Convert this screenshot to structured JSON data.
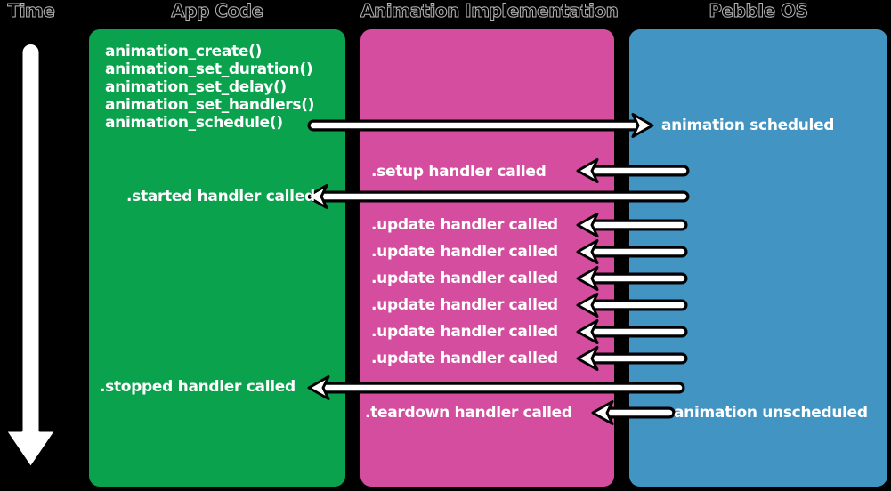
{
  "diagram": {
    "headers": {
      "time": "Time",
      "app_code": "App Code",
      "animation_implementation": "Animation Implementation",
      "pebble_os": "Pebble OS"
    },
    "colors": {
      "background": "#000000",
      "app_code_box": "#0aa24c",
      "animation_implementation_box": "#d54d9e",
      "pebble_os_box": "#4295c3",
      "arrow_fill": "#ffffff",
      "arrow_outline": "#000000",
      "box_text": "#ffffff"
    },
    "app_code": {
      "calls": [
        "animation_create()",
        "animation_set_duration()",
        "animation_set_delay()",
        "animation_set_handlers()",
        "animation_schedule()"
      ],
      "started_label": ".started handler called",
      "stopped_label": ".stopped handler called"
    },
    "animation_implementation": {
      "setup_label": ".setup handler called",
      "update_labels": [
        ".update handler called",
        ".update handler called",
        ".update handler called",
        ".update handler called",
        ".update handler called",
        ".update handler called"
      ],
      "teardown_label": ".teardown handler called"
    },
    "pebble_os": {
      "scheduled_label": "animation scheduled",
      "unscheduled_label": "animation unscheduled"
    }
  }
}
